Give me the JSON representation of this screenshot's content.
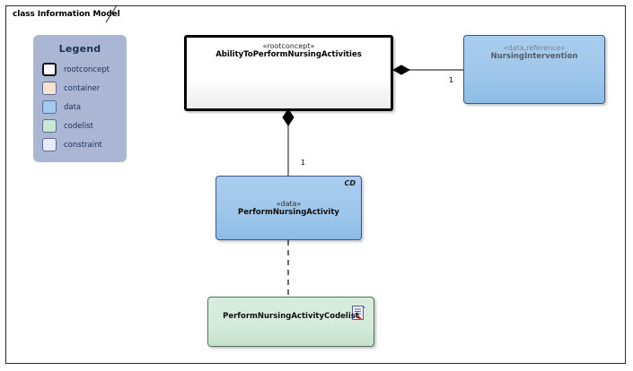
{
  "diagram": {
    "frame_label": "class Information Model",
    "background_color": "#ffffff"
  },
  "legend": {
    "title": "Legend",
    "background_color": "#aab6d3",
    "items": [
      {
        "label": "rootconcept",
        "color": "#ffffff",
        "border": "#111111"
      },
      {
        "label": "container",
        "color": "#fae2ce",
        "border": "#5a6e96"
      },
      {
        "label": "data",
        "color": "#a3caed",
        "border": "#5a6e96"
      },
      {
        "label": "codelist",
        "color": "#c9e7d3",
        "border": "#5a6e96"
      },
      {
        "label": "constraint",
        "color": "#e8eaf8",
        "border": "#5a6e96"
      }
    ]
  },
  "classes": {
    "rootconcept": {
      "stereotype": "«rootconcept»",
      "name": "AbilityToPerformNursingActivities",
      "fill": "#ffffff",
      "border": "#000000"
    },
    "nursing_intervention": {
      "stereotype": "«data,reference»",
      "name": "NursingIntervention",
      "fill": "#9fc7ea",
      "border": "#3a587c"
    },
    "perform_nursing_activity": {
      "stereotype": "«data»",
      "name": "PerformNursingActivity",
      "corner_marker": "CD",
      "fill": "#9fc7ea",
      "border": "#3a587c"
    },
    "perform_nursing_activity_codelist": {
      "name": "PerformNursingActivityCodelist",
      "icon": "document-icon",
      "fill": "#d5ebdc",
      "border": "#4a7558"
    }
  },
  "connectors": [
    {
      "name": "composition-rootconcept-to-nursingintervention",
      "type": "composition",
      "source": "rootconcept",
      "target": "nursing_intervention",
      "target_multiplicity": "1",
      "line_style": "solid"
    },
    {
      "name": "composition-rootconcept-to-performnursingactivity",
      "type": "composition",
      "source": "rootconcept",
      "target": "perform_nursing_activity",
      "target_multiplicity": "1",
      "line_style": "solid"
    },
    {
      "name": "dependency-performnursingactivity-to-codelist",
      "type": "dependency",
      "source": "perform_nursing_activity",
      "target": "perform_nursing_activity_codelist",
      "line_style": "dashed"
    }
  ],
  "multiplicities": {
    "nursing_intervention": "1",
    "perform_nursing_activity": "1"
  }
}
